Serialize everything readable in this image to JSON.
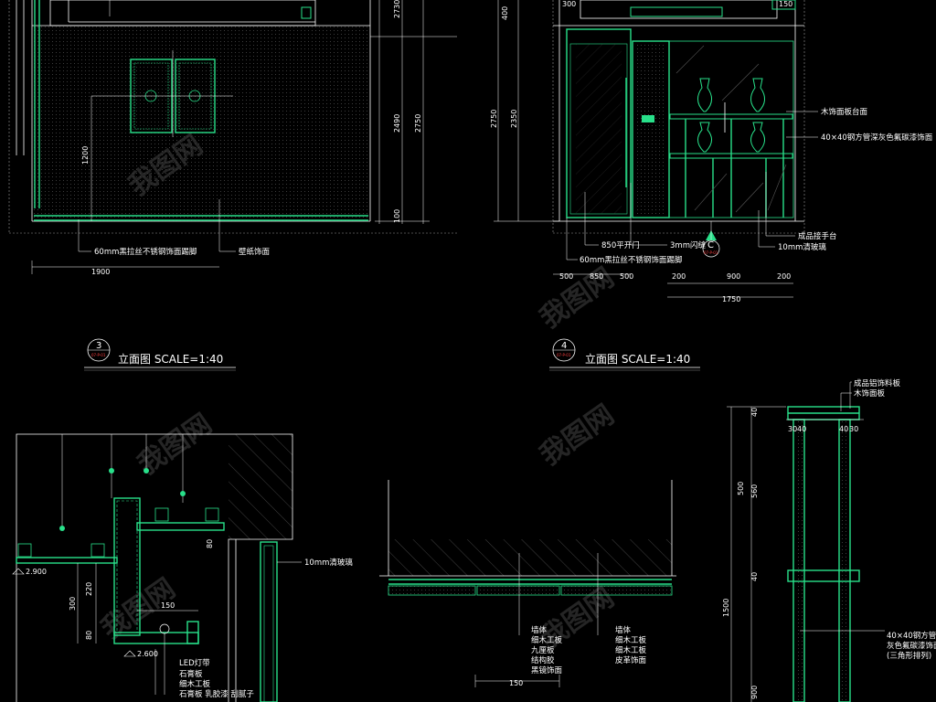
{
  "colors": {
    "background": "#000000",
    "line": "#ffffff",
    "accent": "#28e08a",
    "marker": "#ff4040"
  },
  "elev3": {
    "dims_v": [
      "2730",
      "2490",
      "2750",
      "100"
    ],
    "dim_h": "1900",
    "dim_window": "1200",
    "labels": [
      "60mm黑拉丝不锈钢饰面踢脚",
      "壁纸饰面"
    ],
    "marker_num": "3",
    "marker_sub": "07-P-01",
    "title": "立面图 SCALE=1:40"
  },
  "elev4": {
    "dims_v_left": [
      "400",
      "2750",
      "2350"
    ],
    "dims_top": [
      "300",
      "150"
    ],
    "dims_bottom": [
      "500",
      "850",
      "500",
      "200",
      "900",
      "200"
    ],
    "dim_total": "1750",
    "labels": [
      "木饰面板台面",
      "40×40钢方管深灰色氟碳漆饰面",
      "成品接手台",
      "10mm清玻璃",
      "850平开门",
      "3mm闪缝",
      "60mm黑拉丝不锈钢饰面踢脚"
    ],
    "marker_num": "4",
    "marker_sub": "07-P-01",
    "title": "立面图 SCALE=1:40",
    "section_mark": "C"
  },
  "detail_a": {
    "levels": [
      "2.900",
      "2.600"
    ],
    "dims": [
      "300",
      "220",
      "80",
      "80",
      "150"
    ],
    "labels": [
      "LED灯带",
      "石膏板",
      "细木工板",
      "石膏板 乳胶漆 刮腻子"
    ],
    "glass_label": "10mm清玻璃"
  },
  "detail_b": {
    "dim": "150",
    "labels_left": [
      "墙体",
      "细木工板",
      "九厘板",
      "结构胶",
      "黑镜饰面"
    ],
    "labels_right": [
      "墙体",
      "细木工板",
      "细木工板",
      "皮革饰面"
    ]
  },
  "detail_c": {
    "dims_v": [
      "40",
      "500",
      "560",
      "40",
      "1500",
      "900"
    ],
    "dims_h": [
      "30",
      "40",
      "40",
      "30"
    ],
    "labels_top": [
      "成品铝饰料板",
      "木饰面板"
    ],
    "labels_side": [
      "40×40钢方管深",
      "灰色氟碳漆饰面",
      "(三角形排列)"
    ]
  },
  "watermark": "我图网"
}
